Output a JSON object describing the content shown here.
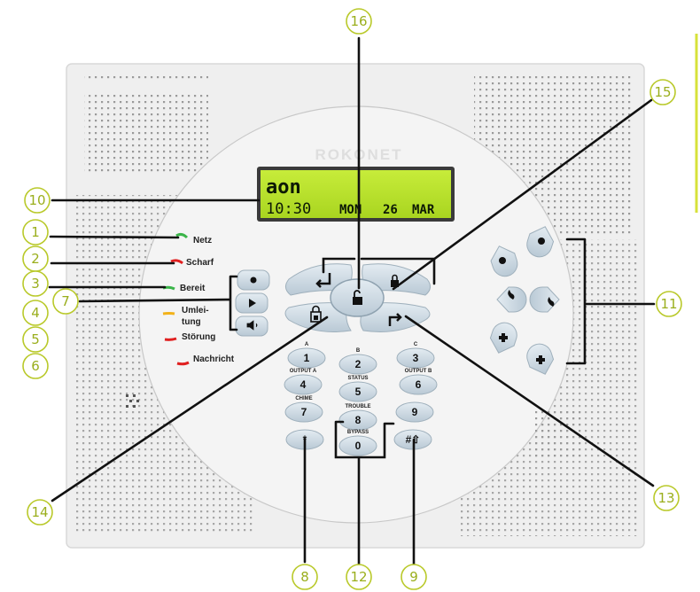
{
  "brand": "ROKONET",
  "display": {
    "line1": "aon",
    "time": "10:30",
    "day": "MON",
    "date": "26",
    "month": "MAR"
  },
  "status_labels": {
    "netz": "Netz",
    "scharf": "Scharf",
    "bereit": "Bereit",
    "umleitung_1": "Umlei-",
    "umleitung_2": "tung",
    "stoerung": "Störung",
    "nachricht": "Nachricht"
  },
  "led_colors": {
    "netz": "#3bb54a",
    "scharf": "#e02020",
    "bereit": "#3bb54a",
    "umleitung": "#f2b21a",
    "stoerung": "#e02020",
    "nachricht": "#e02020"
  },
  "keypad": {
    "keys": [
      {
        "digit": "1",
        "label": "A"
      },
      {
        "digit": "2",
        "label": "B"
      },
      {
        "digit": "3",
        "label": "C"
      },
      {
        "digit": "4",
        "label": "OUTPUT A"
      },
      {
        "digit": "5",
        "label": "STATUS"
      },
      {
        "digit": "6",
        "label": "OUTPUT B"
      },
      {
        "digit": "7",
        "label": "CHIME"
      },
      {
        "digit": "8",
        "label": "TROUBLE"
      },
      {
        "digit": "9",
        "label": ""
      },
      {
        "digit": "*",
        "label": ""
      },
      {
        "digit": "0",
        "label": "BYPASS"
      },
      {
        "digit": "#⇧",
        "label": ""
      }
    ]
  },
  "callouts": {
    "c1": "1",
    "c2": "2",
    "c3": "3",
    "c4": "4",
    "c5": "5",
    "c6": "6",
    "c7": "7",
    "c8": "8",
    "c9": "9",
    "c10": "10",
    "c11": "11",
    "c12": "12",
    "c13": "13",
    "c14": "14",
    "c15": "15",
    "c16": "16"
  },
  "icons": {
    "media": [
      "record-icon",
      "play-icon",
      "speaker-icon"
    ],
    "arming": [
      "stay-arm-icon",
      "unlock-icon",
      "lock-icon",
      "away-arm-icon",
      "partial-lock-icon"
    ],
    "emergency": [
      "panic-icon",
      "fire-icon",
      "medical-icon"
    ]
  },
  "colors": {
    "callout": "#9aae1c",
    "lcd": "#b8e12b",
    "panel": "#efefef",
    "button": "#cfdbe4"
  }
}
